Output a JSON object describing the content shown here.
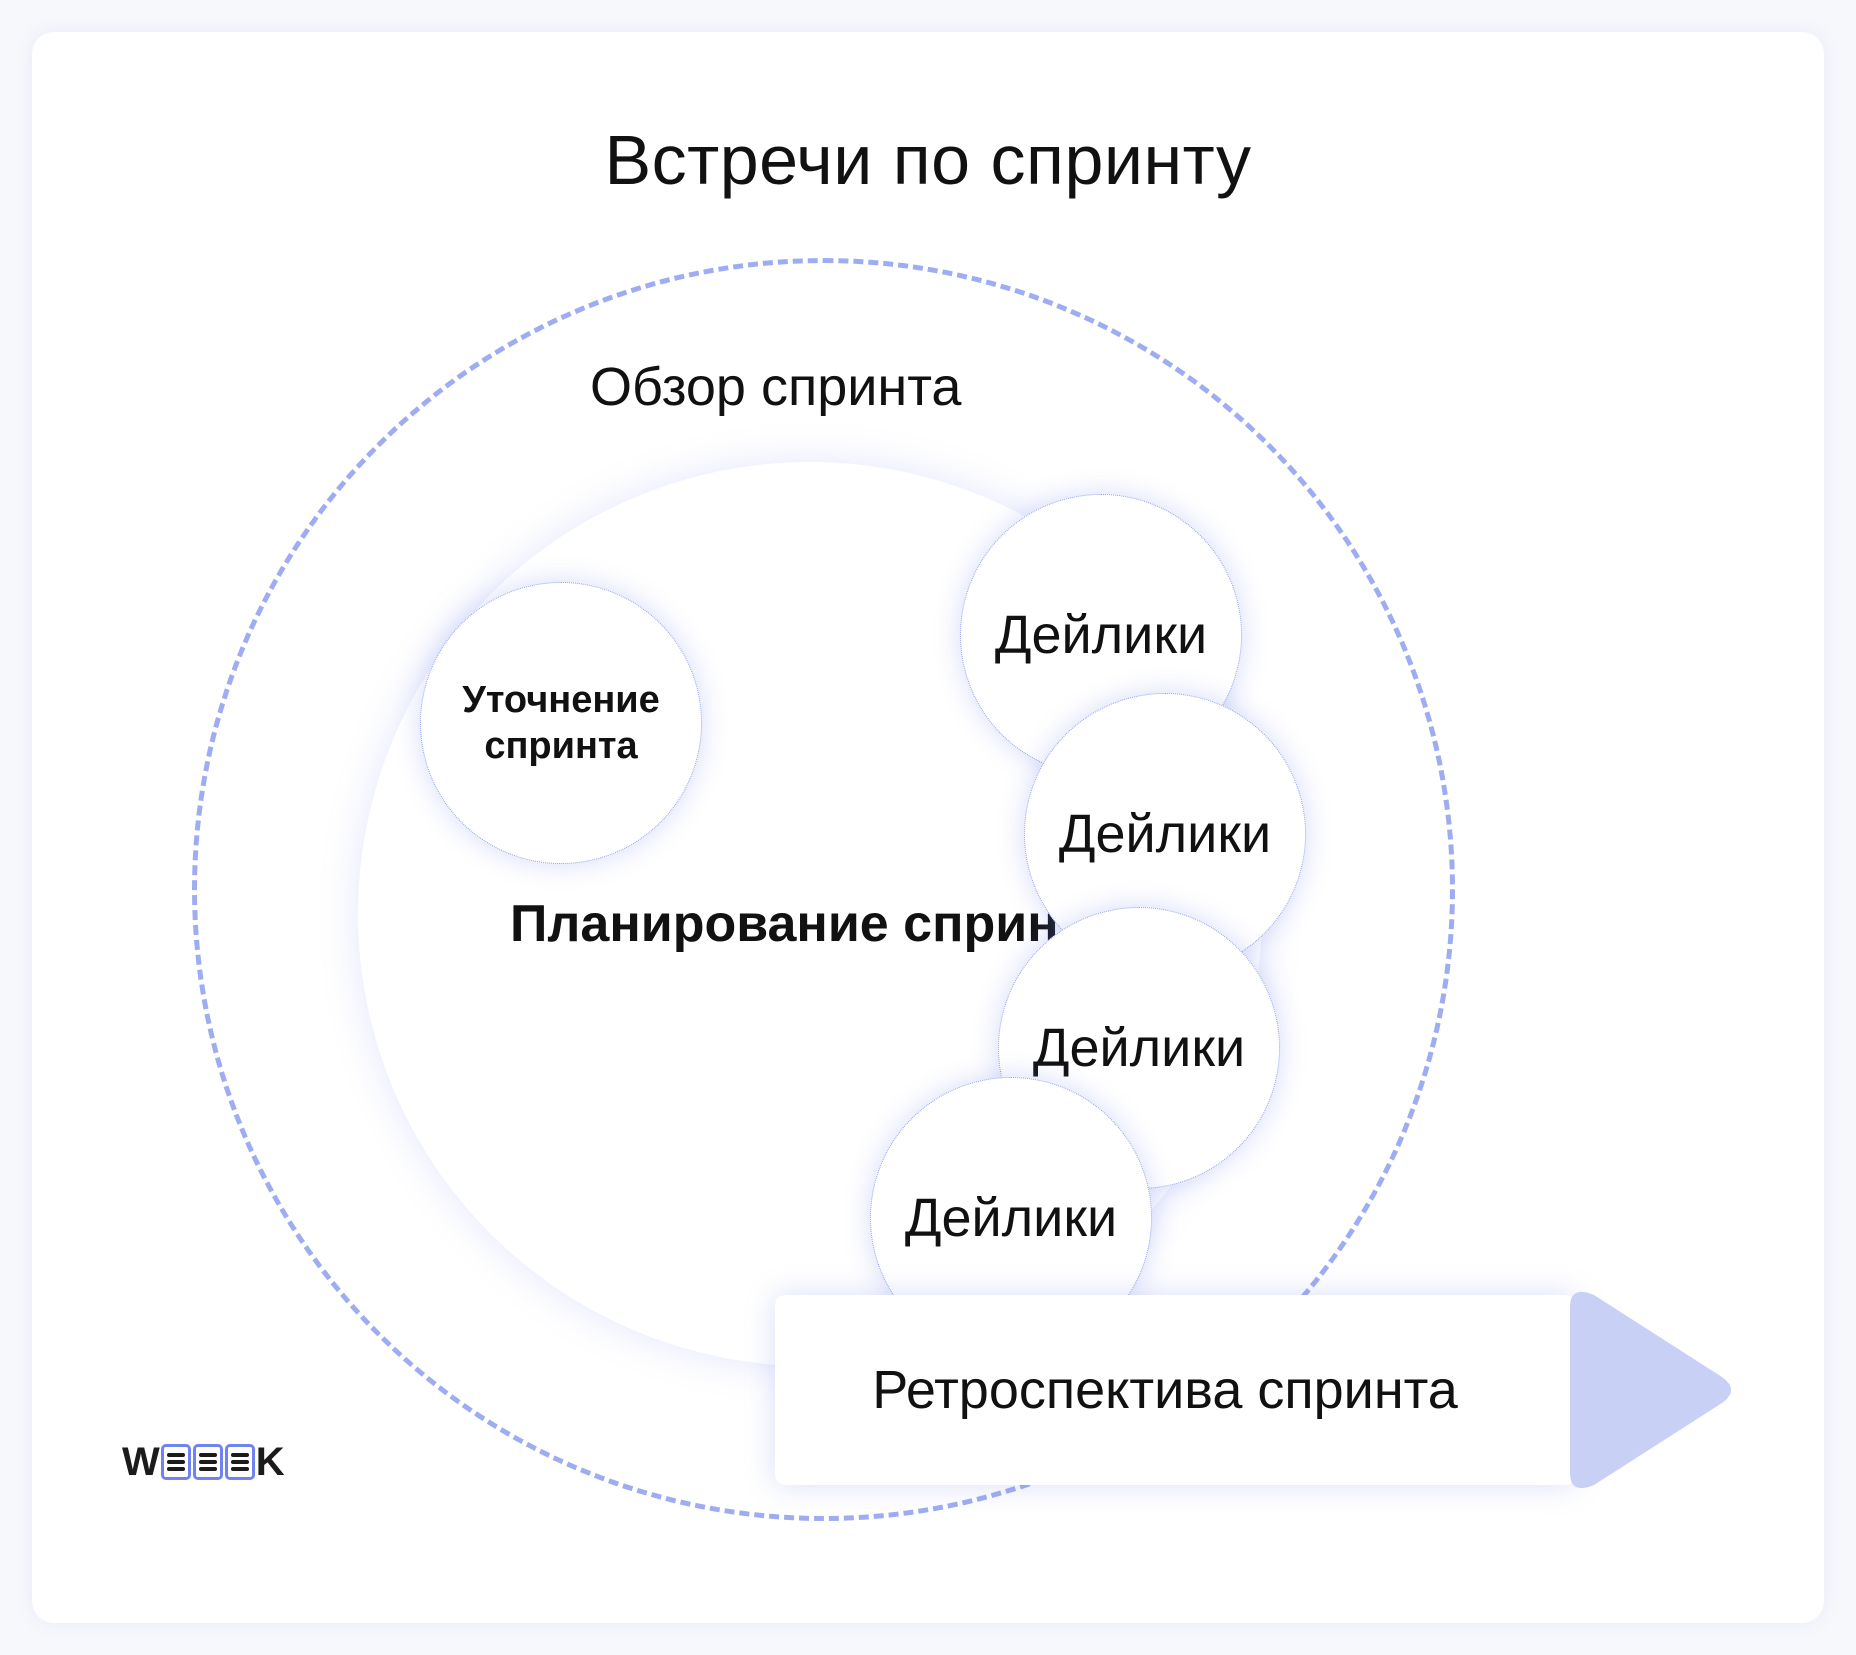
{
  "title": "Встречи по спринту",
  "diagram": {
    "review": "Обзор спринта",
    "planning": "Планирование спринта",
    "refinement": "Уточнение\nспринта",
    "dailies": [
      "Дейлики",
      "Дейлики",
      "Дейлики",
      "Дейлики"
    ],
    "retrospective": "Ретроспектива спринта"
  },
  "logo": {
    "left": "W",
    "right": "K",
    "box_count": 3
  },
  "colors": {
    "accent": "#9eadf2",
    "arrow": "#c9d0f6",
    "logo_accent": "#6f84f0"
  },
  "icons": {
    "arrow": "arrow-right-icon"
  }
}
